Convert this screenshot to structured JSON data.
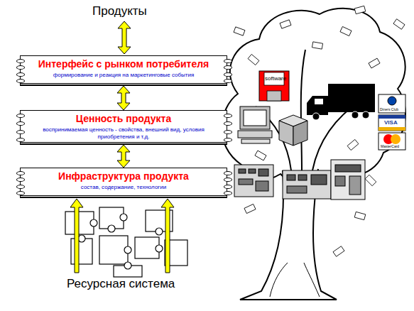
{
  "diagram": {
    "nodes": [
      {
        "text": [
          "Интерфейс с рынком потребителя",
          "формирование и реакция на маркетинговые события"
        ]
      },
      {
        "text": [
          "Ценность продукта",
          "воспринимаемая ценность - свойства, внешний вид, условия приобретения и т.д."
        ]
      },
      {
        "text": [
          "Инфраструктура продукта",
          "состав, содержание, технологии"
        ]
      }
    ],
    "edges": [
      {
        "from": 0,
        "to": 1,
        "arrow": "both"
      },
      {
        "from": 1,
        "to": 2,
        "arrow": "both"
      }
    ],
    "labels": [
      "Продукты",
      "Ресурсная система",
      "software",
      "Diners Club",
      "VISA",
      "MasterCard"
    ]
  }
}
